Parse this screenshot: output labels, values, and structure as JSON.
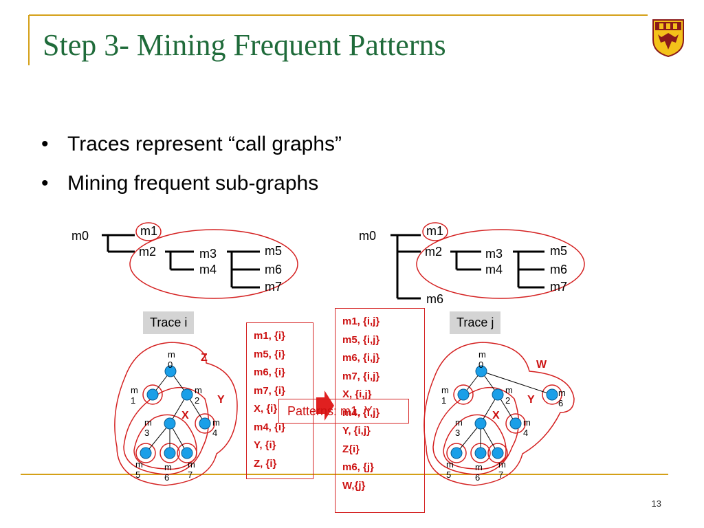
{
  "slide": {
    "title": "Step 3- Mining Frequent Patterns",
    "page_number": "13",
    "colors": {
      "title": "#1f6b3a",
      "rule": "#d4a017",
      "accent": "#cc1010",
      "node": "#1a9fe8"
    },
    "crest": "university-crest-icon"
  },
  "bullets": [
    "Traces represent “call graphs”",
    "Mining frequent sub-graphs"
  ],
  "trace_i": {
    "label": "Trace i",
    "nodes": [
      "m0",
      "m1",
      "m2",
      "m3",
      "m4",
      "m5",
      "m6",
      "m7"
    ],
    "pattern_tags": [
      "Z",
      "Y",
      "X"
    ],
    "pattern_nodes": [
      "m\n0",
      "m\n1",
      "m\n2",
      "m\n3",
      "m\n4",
      "m\n5",
      "m\n6",
      "m\n7"
    ]
  },
  "trace_j": {
    "label": "Trace j",
    "nodes": [
      "m0",
      "m1",
      "m2",
      "m3",
      "m4",
      "m5",
      "m6",
      "m7",
      "m6"
    ],
    "pattern_tags": [
      "W",
      "Y",
      "X"
    ]
  },
  "list_i": [
    "m1, {i}",
    "m5, {i}",
    "m6, {i}",
    "m7, {i}",
    "X, {i}",
    "m4, {i}",
    "Y, {i}",
    "Z, {i}"
  ],
  "list_ij": [
    "m1, {i,j}",
    "m5, {i,j}",
    "m6, {i,j}",
    "m7, {i,j}",
    "X, {i,j}",
    "m4, {i,j}",
    "Y, {i,j}",
    "Z{i}",
    "m6, {j}",
    "W,{j}"
  ],
  "patterns_label": "Patterns: m1, Y"
}
